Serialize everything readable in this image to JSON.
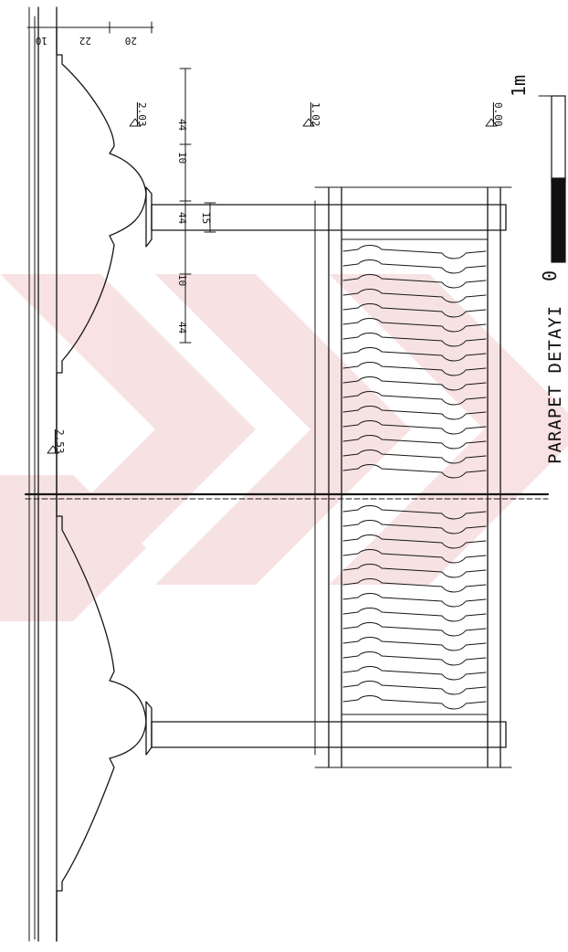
{
  "drawing": {
    "title": "PARAPET DETAYI",
    "scale_bar": {
      "start_label": "0",
      "end_label": "1m"
    },
    "elevations": [
      "2.03",
      "1.02",
      "0.00",
      "2.53"
    ],
    "top_dimensions": [
      "10",
      "22",
      "20"
    ],
    "vertical_dimensions": [
      "44",
      "10",
      "44",
      "10",
      "44"
    ],
    "small_dimension": "15"
  },
  "colors": {
    "ink": "#161616",
    "paper": "#ffffff",
    "watermark": "#e8a6a9"
  }
}
